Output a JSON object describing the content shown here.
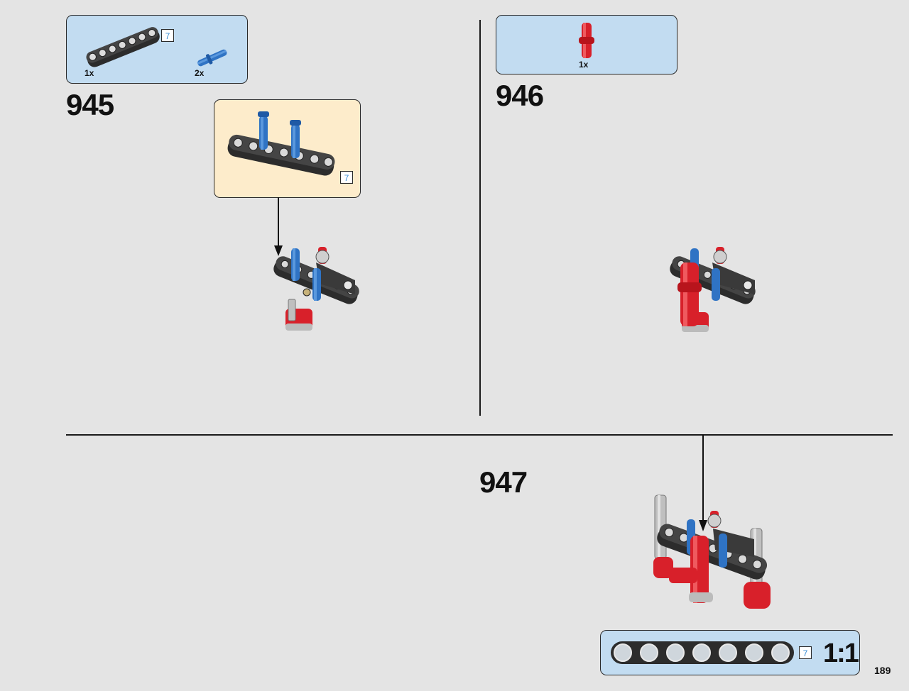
{
  "steps": [
    {
      "number": "945",
      "parts": [
        {
          "icon": "technic-beam-7-icon",
          "quantity": "1x",
          "length": "7"
        },
        {
          "icon": "blue-axle-pin-icon",
          "quantity": "2x"
        }
      ],
      "subassembly": {
        "icon": "beam-with-two-blue-pins-icon",
        "length": "7"
      }
    },
    {
      "number": "946",
      "parts": [
        {
          "icon": "red-axle-connector-icon",
          "quantity": "1x"
        }
      ]
    },
    {
      "number": "947"
    }
  ],
  "scale_ruler": {
    "length": "7",
    "scale": "1:1"
  },
  "page_number": "189",
  "colors": {
    "parts_box": "#c2dcf1",
    "subassembly_box": "#fdeccb",
    "background": "#e4e4e4",
    "blue_part": "#2f73c4",
    "red_part": "#d8202a",
    "black_part": "#2c2c2c"
  }
}
